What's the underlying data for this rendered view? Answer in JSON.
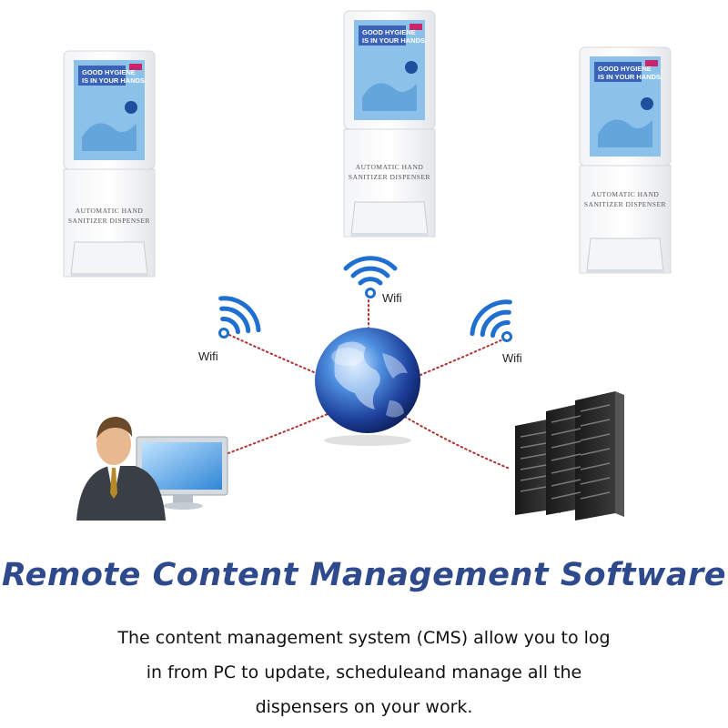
{
  "title": "Remote Content Management Software",
  "description": [
    "The content management system (CMS) allow you to log",
    "in from PC to update, scheduleand manage all the",
    "dispensers on your work."
  ],
  "wifi": {
    "left": "Wifi",
    "center": "Wifi",
    "right": "Wifi"
  },
  "dispenser": {
    "screen_headline_1": "GOOD HYGIENE",
    "screen_headline_2": "IS IN YOUR HANDS.",
    "label_1": "AUTOMATIC HAND",
    "label_2": "SANITIZER DISPENSER"
  },
  "colors": {
    "title": "#2e4a8c",
    "wifi_blue": "#1f6fd0",
    "link_dots": "#b03030",
    "screen_blue": "#7fb8e6"
  }
}
